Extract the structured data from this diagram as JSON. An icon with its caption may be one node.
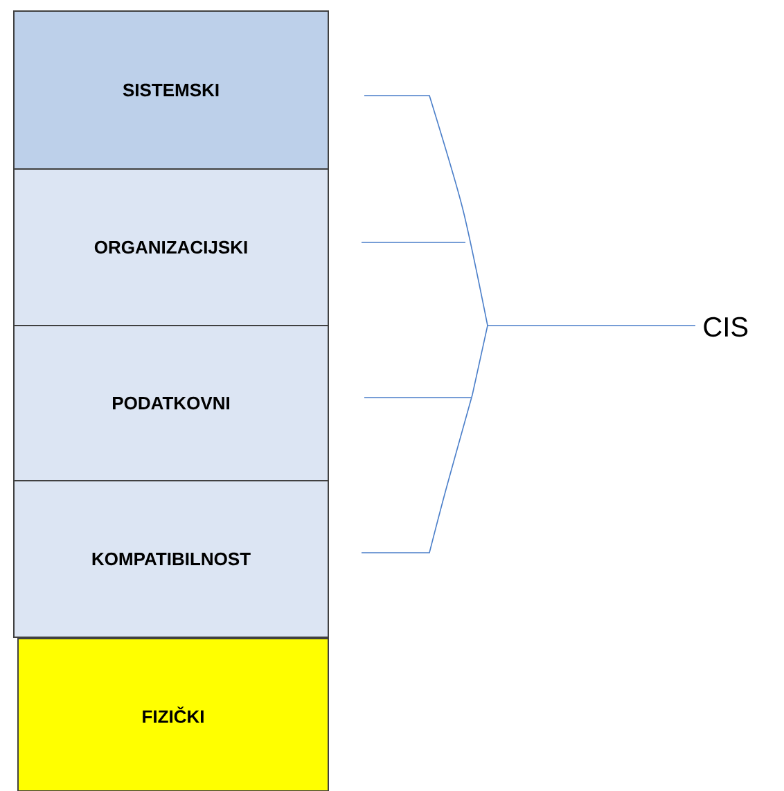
{
  "diagram": {
    "nodes": [
      {
        "text": [
          "SISTEMSKI"
        ]
      },
      {
        "text": [
          "ORGANIZACIJSKI"
        ]
      },
      {
        "text": [
          "PODATKOVNI"
        ]
      },
      {
        "text": [
          "KOMPATIBILNOST"
        ]
      },
      {
        "text": [
          "FIZIČKI"
        ]
      }
    ],
    "labels": [
      "CIS"
    ]
  }
}
